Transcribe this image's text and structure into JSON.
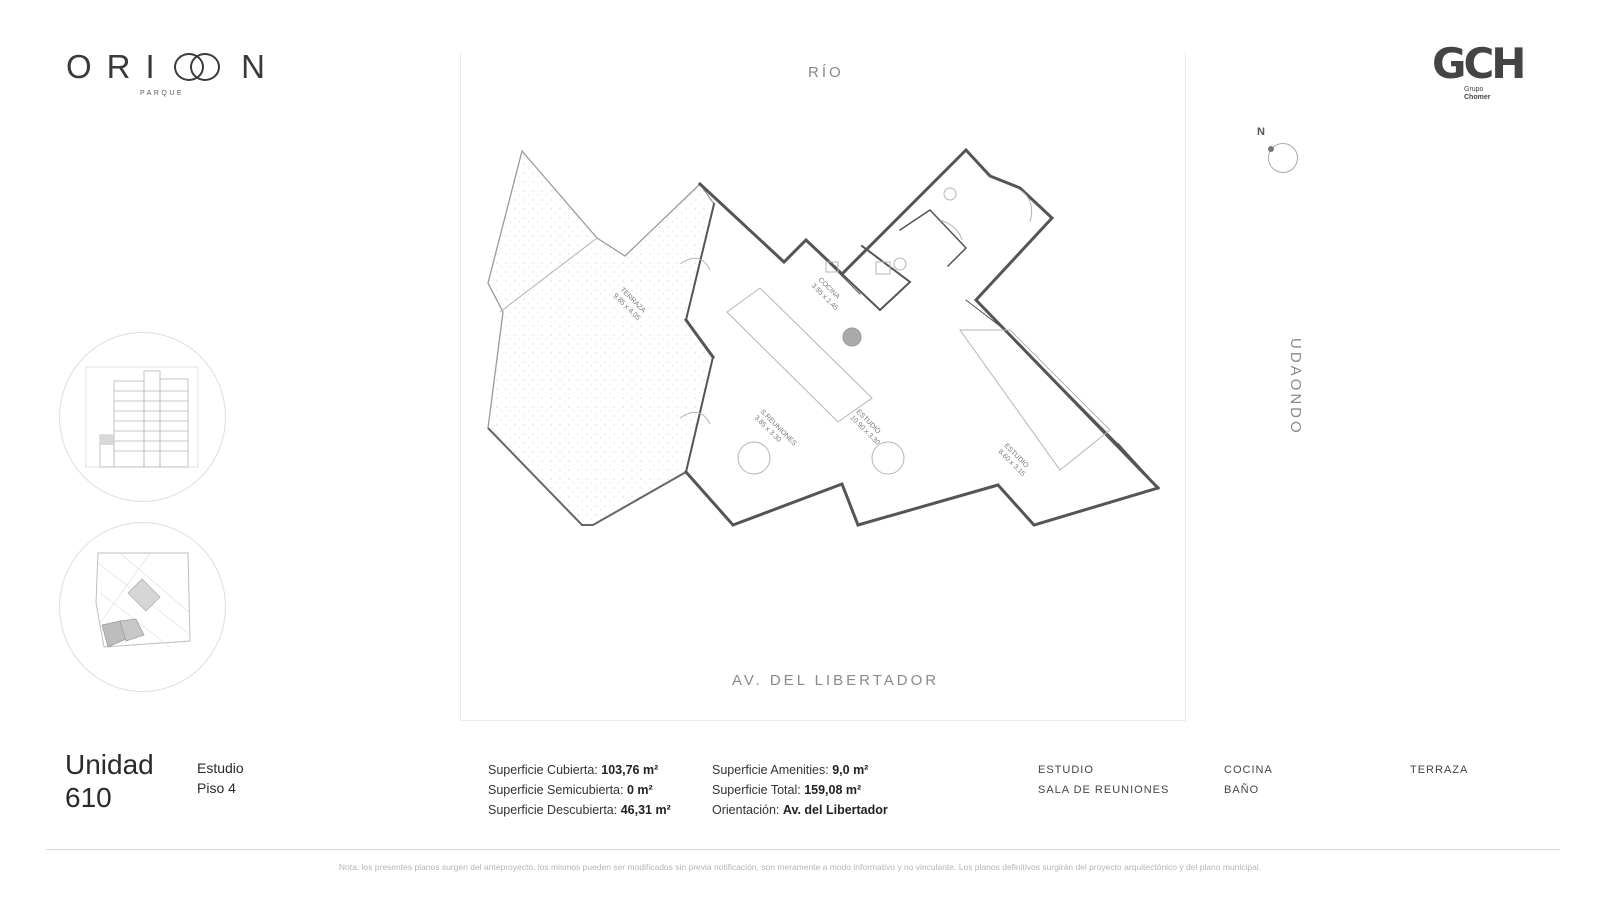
{
  "brand": {
    "left_name_start": "ORI",
    "left_name_end": "N",
    "left_sub": "PARQUE",
    "right_name": "GCH",
    "right_sub_line1": "Grupo",
    "right_sub_line2": "Chomer"
  },
  "plan": {
    "street_top": "RÍO",
    "street_bottom": "AV. DEL LIBERTADOR",
    "street_right": "UDAONDO",
    "compass": "N",
    "rooms": [
      {
        "name": "TERRAZA",
        "dims": "9.85 x 4.05"
      },
      {
        "name": "COCINA",
        "dims": "3.55 x 1.45"
      },
      {
        "name": "S.REUNIONES",
        "dims": "3.85 x 3.30"
      },
      {
        "name": "ESTUDIO",
        "dims": "10.90 x 3.30"
      },
      {
        "name": "ESTUDIO",
        "dims": "8.60 x 3.15"
      }
    ]
  },
  "unit": {
    "label": "Unidad",
    "number": "610",
    "type": "Estudio",
    "floor": "Piso 4"
  },
  "surfaces": {
    "cubierta_label": "Superficie Cubierta:",
    "cubierta_value": "103,76 m²",
    "semicubierta_label": "Superficie Semicubierta:",
    "semicubierta_value": "0 m²",
    "descubierta_label": "Superficie Descubierta:",
    "descubierta_value": "46,31 m²",
    "amenities_label": "Superficie Amenities:",
    "amenities_value": "9,0 m²",
    "total_label": "Superficie Total:",
    "total_value": "159,08 m²",
    "orientacion_label": "Orientación:",
    "orientacion_value": "Av. del Libertador"
  },
  "legend": {
    "col1": [
      "ESTUDIO",
      "SALA DE REUNIONES"
    ],
    "col2": [
      "COCINA",
      "BAÑO"
    ],
    "col3": [
      "TERRAZA"
    ]
  },
  "disclaimer": "Nota: los presentes planos surgen del anteproyecto, los mismos pueden ser modificados sin previa notificación, son meramente a modo informativo y no vinculante. Los planos definitivos surgirán del proyecto arquitectónico y del plano municipal."
}
